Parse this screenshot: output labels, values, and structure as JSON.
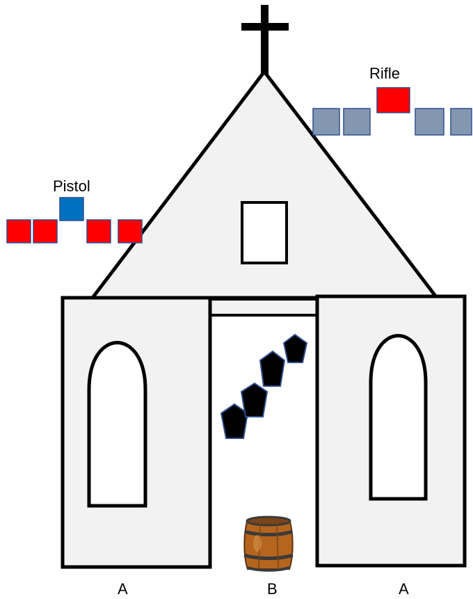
{
  "colors": {
    "background": "#ffffff",
    "building_fill": "#f2f2f2",
    "outline": "#000000",
    "red_marker": "#ff0000",
    "blue_marker": "#0070c0",
    "gray_marker": "#8497b0",
    "marker_border": "#2f4f8f",
    "pentagon_fill": "#000000",
    "pentagon_border": "#2f4f8f",
    "barrel_wood": "#b5651d",
    "barrel_band": "#3a3a3a"
  },
  "labels": {
    "pistol": "Pistol",
    "rifle": "Rifle",
    "left_wall": "A",
    "door": "B",
    "right_wall": "A"
  },
  "pistol_markers": [
    "red",
    "red",
    "blue",
    "red",
    "red"
  ],
  "rifle_markers": [
    "gray",
    "gray",
    "red",
    "gray",
    "gray"
  ],
  "icons": {
    "cross": "cross-icon",
    "barrel": "barrel-icon",
    "enemy_marker": "pentagon-icon"
  },
  "enemy_count": 4
}
